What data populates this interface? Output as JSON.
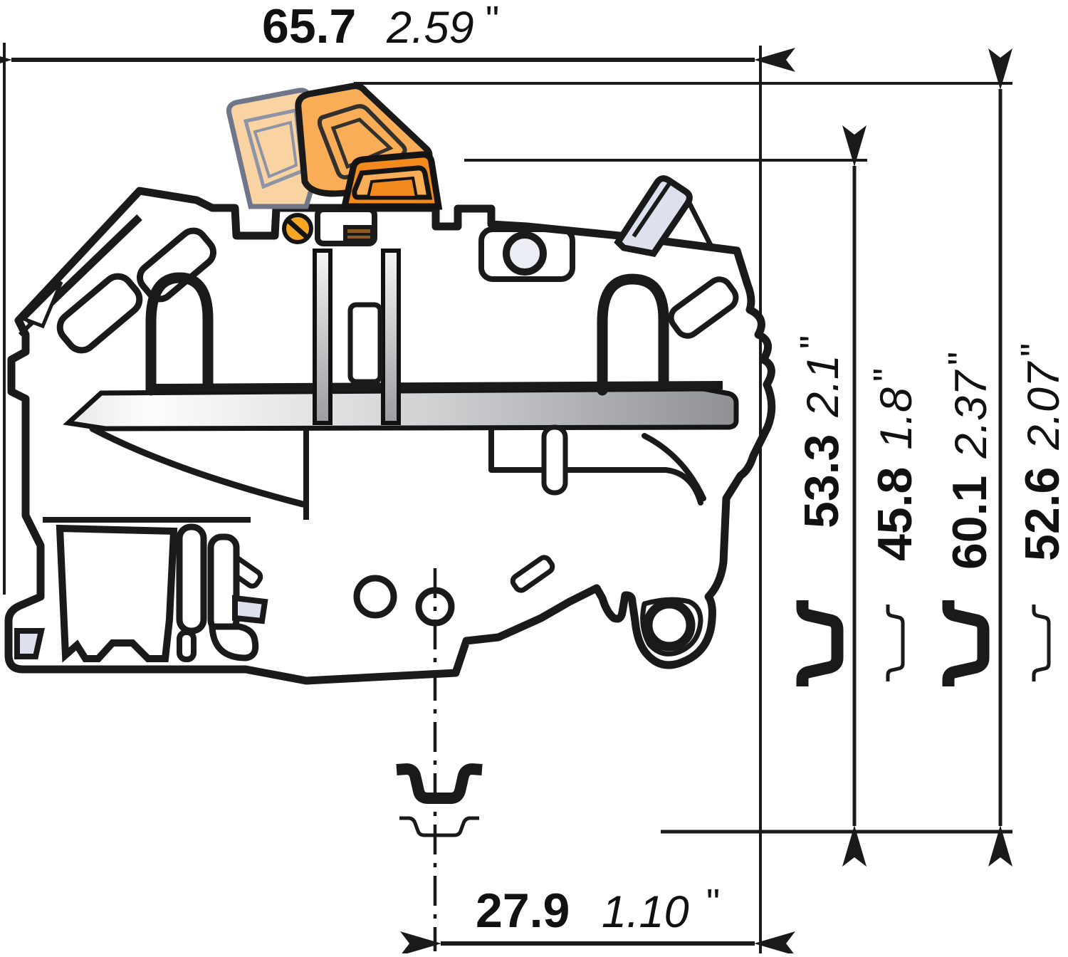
{
  "drawing": {
    "description": "Side cross-section dimension drawing of a DIN rail terminal block with hinged orange fuse holder lever shown open",
    "colors": {
      "body": "#dde1ee",
      "outline": "#1a1a1a",
      "lever_front": "#F9AD56",
      "lever_ghost": "#FAD3A2",
      "lever_base": "#F28A1E",
      "screw": "#F5A623",
      "metal_light": "#fafafa",
      "metal_dark": "#8e9094"
    }
  },
  "dims": {
    "top": {
      "mm": "65.7",
      "inch": "2.59",
      "unit": "\""
    },
    "bottom": {
      "mm": "27.9",
      "inch": "1.10",
      "unit": "\""
    },
    "side": [
      {
        "mm": "53.3",
        "inch": "2.1",
        "unit": "\""
      },
      {
        "mm": "45.8",
        "inch": "1.8",
        "unit": "\""
      },
      {
        "mm": "60.1",
        "inch": "2.37",
        "unit": "\""
      },
      {
        "mm": "52.6",
        "inch": "2.07",
        "unit": "\""
      }
    ]
  },
  "symbols": {
    "rail_deep": "din-rail-deep-profile-icon",
    "rail_shallow": "din-rail-shallow-profile-icon",
    "rail_hat_deep": "din-rail-cross-section-deep-icon",
    "rail_hat_shallow": "din-rail-cross-section-shallow-icon"
  }
}
